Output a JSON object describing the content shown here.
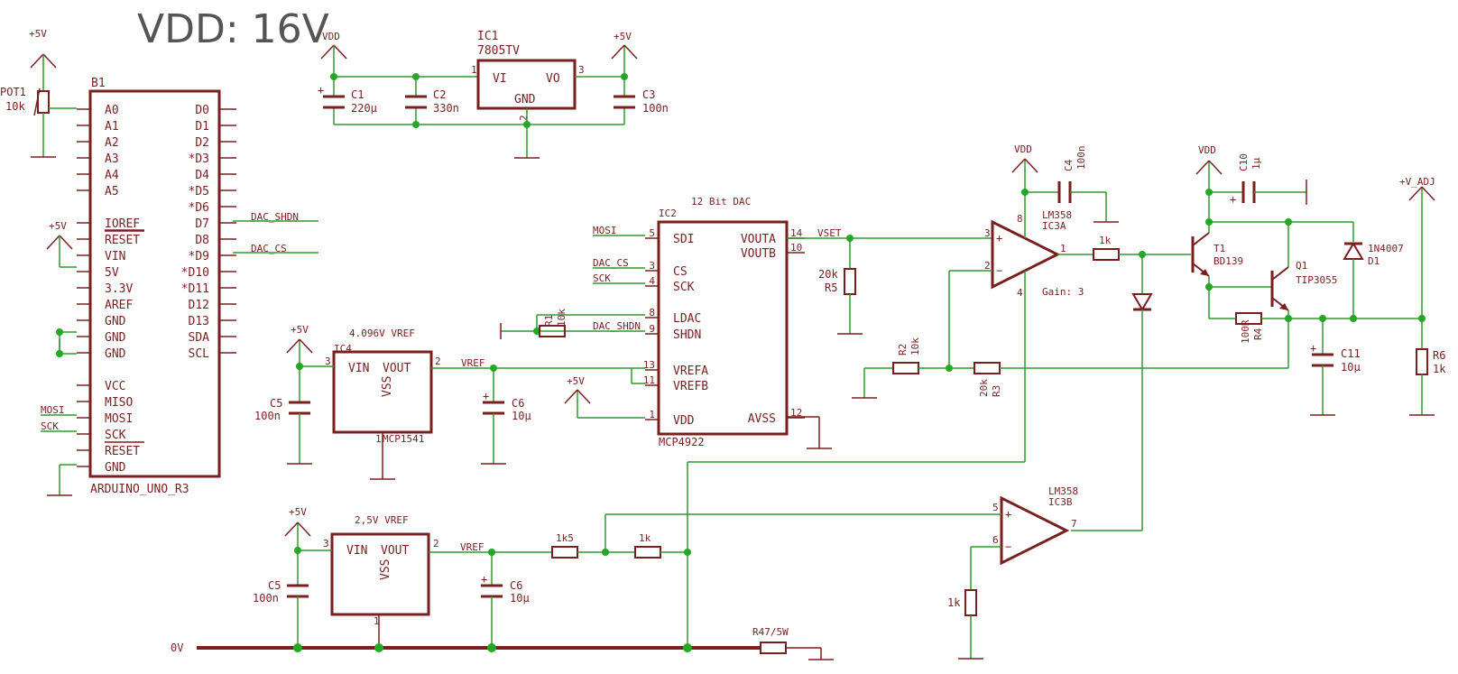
{
  "title": "VDD: 16V",
  "colors": {
    "part": "#7a1f1f",
    "wire": "#2e9a2e",
    "junction": "#22aa22",
    "title": "#555555"
  },
  "arduino": {
    "name": "B1",
    "value": "ARDUINO_UNO_R3",
    "left_pins": [
      "A0",
      "A1",
      "A2",
      "A3",
      "A4",
      "A5",
      "IOREF",
      "RESET",
      "VIN",
      "5V",
      "3.3V",
      "AREF",
      "GND",
      "GND",
      "GND",
      "VCC",
      "MISO",
      "MOSI",
      "SCK",
      "RESET",
      "GND"
    ],
    "right_pins": [
      "D0",
      "D1",
      "D2",
      "*D3",
      "D4",
      "*D5",
      "*D6",
      "D7",
      "D8",
      "*D9",
      "*D10",
      "*D11",
      "D12",
      "D13",
      "SDA",
      "SCL"
    ]
  },
  "pot": {
    "name": "POT1",
    "value": "10k"
  },
  "supplies": {
    "p5v": "+5V",
    "vdd": "VDD",
    "vadj": "+V_ADJ"
  },
  "nets": {
    "dac_shdn": "DAC_SHDN",
    "dac_cs": "DAC_CS",
    "mosi": "MOSI",
    "sck": "SCK",
    "vref": "VREF",
    "vset": "VSET",
    "zero": "0V"
  },
  "regulator": {
    "name": "IC1",
    "value": "7805TV",
    "vi": "VI",
    "vo": "VO",
    "gnd": "GND",
    "pin1": "1",
    "pin2": "2",
    "pin3": "3"
  },
  "caps": {
    "c1": {
      "name": "C1",
      "value": "220µ"
    },
    "c2": {
      "name": "C2",
      "value": "330n"
    },
    "c3": {
      "name": "C3",
      "value": "100n"
    },
    "c4": {
      "name": "C4",
      "value": "100n"
    },
    "c10": {
      "name": "C10",
      "value": "1µ"
    },
    "c11": {
      "name": "C11",
      "value": "10µ"
    },
    "c5": {
      "name": "C5",
      "value": "100n"
    },
    "c6": {
      "name": "C6",
      "value": "10µ"
    }
  },
  "dac": {
    "caption": "12 Bit DAC",
    "name": "IC2",
    "value": "MCP4922",
    "left_pins": [
      "SDI",
      "CS",
      "SCK",
      "LDAC",
      "SHDN",
      "VREFA",
      "VREFB",
      "VDD"
    ],
    "left_nums": [
      "5",
      "3",
      "4",
      "8",
      "9",
      "13",
      "11",
      "1"
    ],
    "right_pins": [
      "VOUTA",
      "VOUTB",
      "AVSS"
    ],
    "right_nums": [
      "14",
      "10",
      "12"
    ]
  },
  "vref1": {
    "caption": "4.096V VREF",
    "name": "IC4",
    "value": "MCP1541",
    "vin": "VIN",
    "vout": "VOUT",
    "vss": "VSS",
    "pin_in": "3",
    "pin_out": "2",
    "pin_gnd": "1"
  },
  "vref2": {
    "caption": "2,5V  VREF",
    "vin": "VIN",
    "vout": "VOUT",
    "vss": "VSS",
    "pin_in": "3",
    "pin_out": "2",
    "pin_gnd": "1"
  },
  "opamp_a": {
    "type": "LM358",
    "name": "IC3A",
    "gain": "Gain: 3",
    "pin_plus": "3",
    "pin_minus": "2",
    "pin_out": "1",
    "pin_v": "8",
    "pin_g": "4"
  },
  "opamp_b": {
    "type": "LM358",
    "name": "IC3B",
    "pin_plus": "5",
    "pin_minus": "6",
    "pin_out": "7"
  },
  "resistors": {
    "r1": {
      "name": "R1",
      "value": "10k"
    },
    "r2": {
      "name": "R2",
      "value": "10k"
    },
    "r3": {
      "name": "R3",
      "value": "20k"
    },
    "r4": {
      "name": "R4",
      "value": "100R"
    },
    "r5": {
      "name": "R5",
      "value": "20k"
    },
    "r6": {
      "name": "R6",
      "value": "1k"
    },
    "r_base": {
      "value": "1k"
    },
    "r_1k5": {
      "value": "1k5"
    },
    "r_1k": {
      "value": "1k"
    },
    "r_fb": {
      "value": "1k"
    },
    "r_shunt": {
      "value": "R47/5W"
    }
  },
  "transistors": {
    "t1": {
      "name": "T1",
      "value": "BD139"
    },
    "q1": {
      "name": "Q1",
      "value": "TIP3055"
    }
  },
  "diode": {
    "name": "D1",
    "value": "1N4007"
  }
}
